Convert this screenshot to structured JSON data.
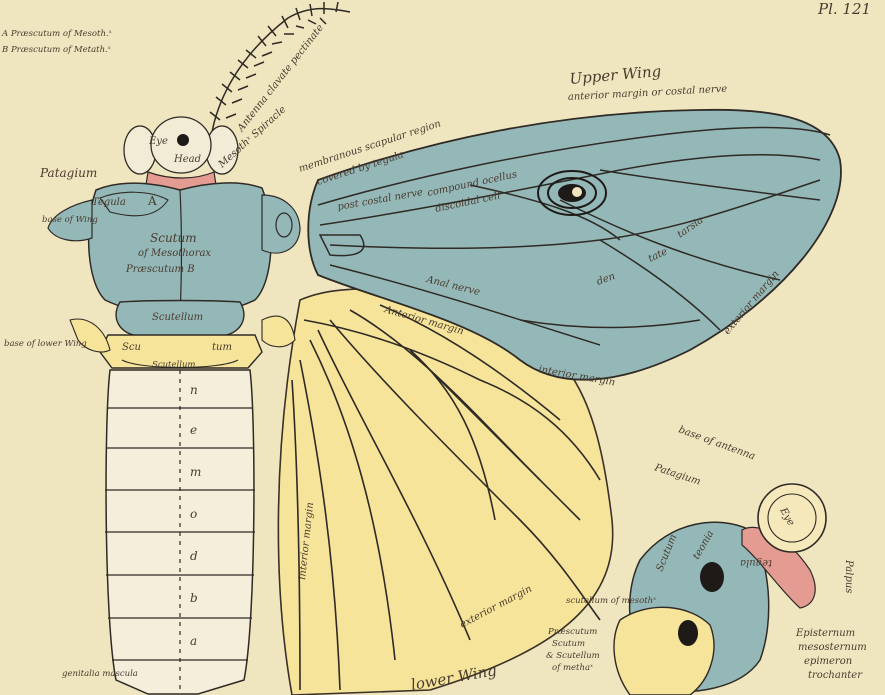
{
  "plate": {
    "number": "Pl. 121",
    "legend_a": "A  Præscutum of Mesoth.ˣ",
    "legend_b": "B  Præscutum of Metath.ˣ"
  },
  "colors": {
    "paper": "#efe6bf",
    "blue": "#94b8b8",
    "yellow": "#f5e49a",
    "red": "#e39b92",
    "ink": "#4a3b2e",
    "vein": "#2f2a25"
  },
  "labels": {
    "antenna": "Antenna clavate pectinate",
    "eye": "Eye",
    "head": "Head",
    "mesoth_spiracle": "Mesothˣ Spiracle",
    "patagium": "Patagium",
    "tegula": "Tegula",
    "a": "A",
    "base_wing": "base of Wing",
    "scutum1": "Scutum",
    "scutum2": "of Mesothorax",
    "scutum3": "Præscutum B",
    "scutellum": "Scutellum",
    "base_lower_wing": "base of lower Wing",
    "scu": "Scu",
    "tum": "tum",
    "scutellum_small": "Scutellum",
    "membranous": "membranous scapular region",
    "covered": "covered by tegula",
    "upper_wing": "Upper Wing",
    "anterior_costal": "anterior margin  or costal nerve",
    "post_costal": "post costal nerve",
    "compound": "compound ocellus",
    "discoidal": "discoidal cell",
    "den": "den",
    "tate": "tate",
    "tarsia": "tarsia",
    "anal": "Anal nerve",
    "exterior_margin": "exterior margin",
    "anterior_margin": "Anterior margin",
    "interior_margin": "interior margin",
    "lower_wing": "lower Wing",
    "inner_margin": "interior margin",
    "exterior_margin2": "exterior margin",
    "genitalia": "genitalia mascula",
    "abdomen_letters": [
      "a",
      "b",
      "d",
      "o",
      "m",
      "e",
      "n"
    ],
    "base_antenna": "base of antenna",
    "patagium2": "Patagium",
    "eye2": "Eye",
    "scutum_b": "Scutum",
    "teonia": "teonia",
    "tegula2": "tegula",
    "scutellum_meso": "scutellum of mesothˣ",
    "prescutum": "Præscutum",
    "scutum_c": "Scutum",
    "scutellum_c": "& Scutellum",
    "of_metha": "of methaˣ",
    "episternum": "Episternum",
    "mesosternum": "mesosternum",
    "epimeron": "epimeron",
    "trochanter": "trochanter",
    "palpus": "Palpus"
  }
}
